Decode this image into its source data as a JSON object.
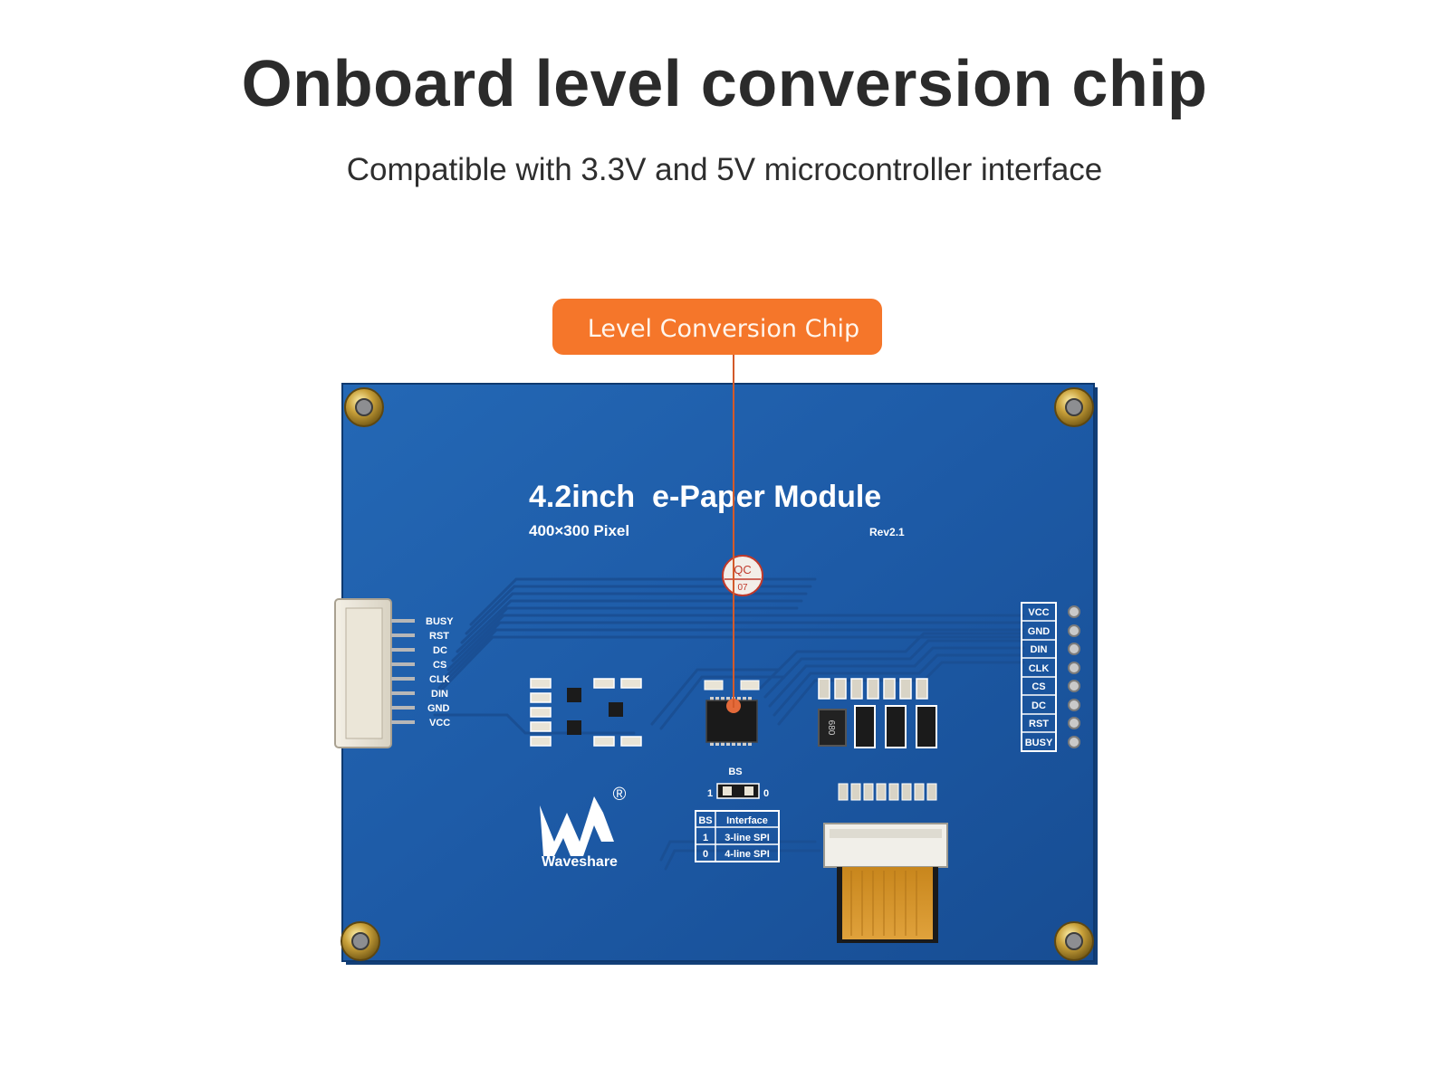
{
  "header": {
    "title": "Onboard level conversion chip",
    "subtitle": "Compatible with 3.3V and 5V microcontroller interface"
  },
  "callout": {
    "label": "Level Conversion Chip",
    "color": "#f5762a"
  },
  "board": {
    "title": "4.2inch  e-Paper Module",
    "resolution": "400×300 Pixel",
    "revision": "Rev2.1",
    "qc_top": "QC",
    "qc_bottom": "07",
    "left_pins": [
      "BUSY",
      "RST",
      "DC",
      "CS",
      "CLK",
      "DIN",
      "GND",
      "VCC"
    ],
    "right_pins": [
      "VCC",
      "GND",
      "DIN",
      "CLK",
      "CS",
      "DC",
      "RST",
      "BUSY"
    ],
    "brand": "Waveshare",
    "registered": "®",
    "bs_label": "BS",
    "bs_one": "1",
    "bs_zero": "0",
    "bs_table": {
      "header": [
        "BS",
        "Interface"
      ],
      "rows": [
        [
          "1",
          "3-line SPI"
        ],
        [
          "0",
          "4-line SPI"
        ]
      ]
    },
    "inductor_mark": "680",
    "pcb_color": "#1f5fa8"
  }
}
